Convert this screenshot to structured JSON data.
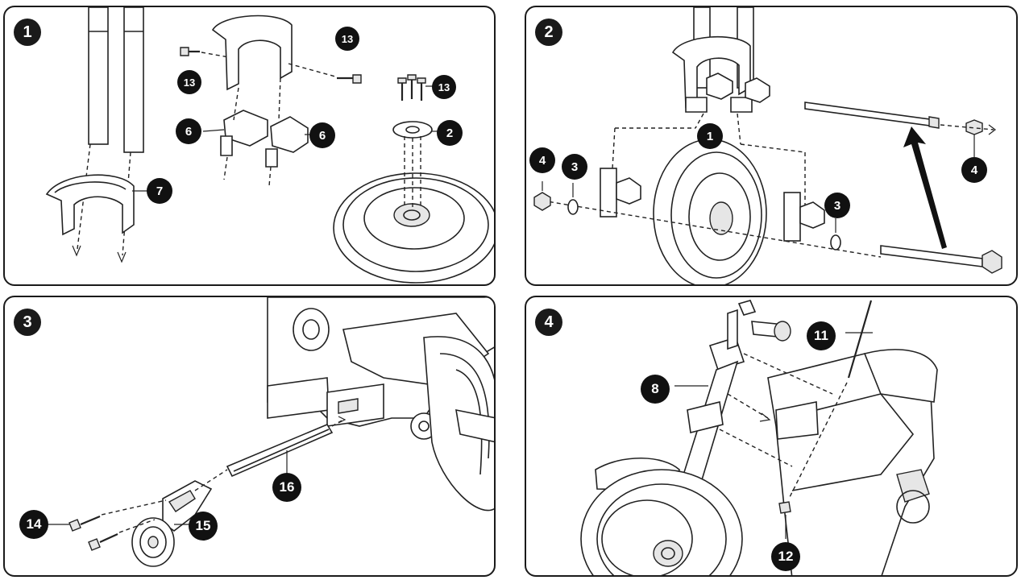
{
  "steps": [
    {
      "number": "1",
      "callouts": [
        "13",
        "13",
        "13",
        "6",
        "6",
        "2",
        "7"
      ]
    },
    {
      "number": "2",
      "callouts": [
        "1",
        "4",
        "3",
        "3",
        "4"
      ]
    },
    {
      "number": "3",
      "callouts": [
        "16",
        "14",
        "15"
      ]
    },
    {
      "number": "4",
      "callouts": [
        "11",
        "8",
        "12"
      ]
    }
  ]
}
